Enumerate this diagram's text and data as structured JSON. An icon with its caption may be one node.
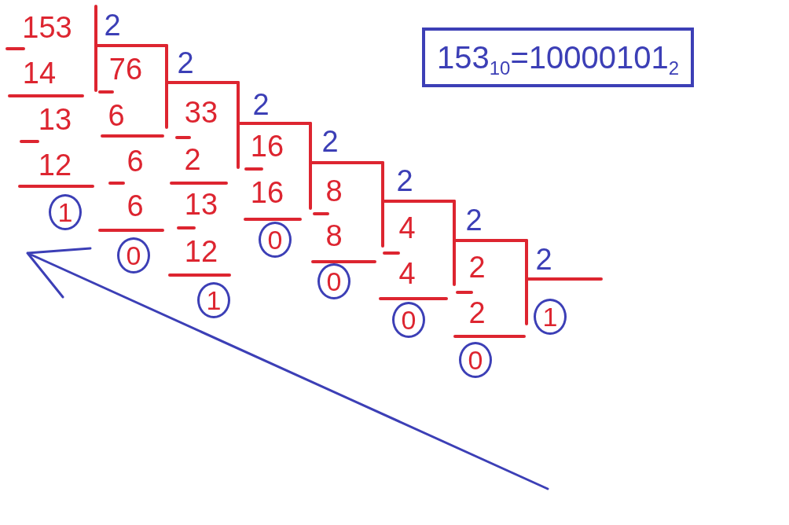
{
  "diagram": {
    "nodes": [
      {
        "text": [
          "153$_{10}$=10000101$_{2}$"
        ]
      },
      {
        "text": [
          "1"
        ]
      },
      {
        "text": [
          "0"
        ]
      },
      {
        "text": [
          "1"
        ]
      },
      {
        "text": [
          "0"
        ]
      },
      {
        "text": [
          "0"
        ]
      },
      {
        "text": [
          "0"
        ]
      },
      {
        "text": [
          "0"
        ]
      },
      {
        "text": [
          "1"
        ]
      }
    ],
    "labels": [
      "153",
      "2",
      "14",
      "13",
      "12",
      "76",
      "2",
      "6",
      "6",
      "6",
      "33",
      "2",
      "2",
      "13",
      "12",
      "16",
      "2",
      "16",
      "8",
      "2",
      "8",
      "4",
      "2",
      "4",
      "2",
      "2",
      "2"
    ]
  }
}
